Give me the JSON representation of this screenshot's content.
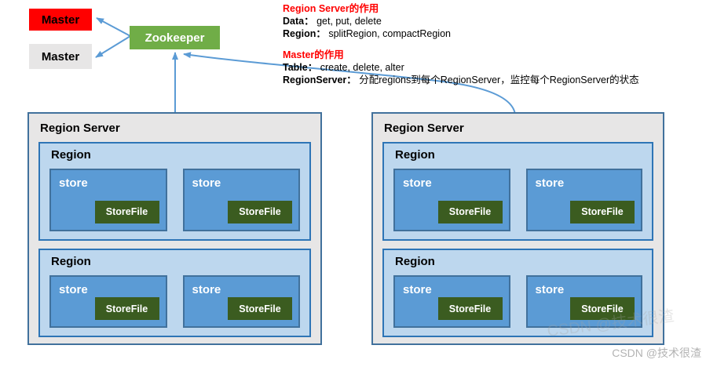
{
  "masters": [
    {
      "label": "Master"
    },
    {
      "label": "Master"
    }
  ],
  "zookeeper": {
    "label": "Zookeeper"
  },
  "notes": [
    {
      "title": "Region Server的作用",
      "lines": [
        {
          "label": "Data：",
          "text": "get, put, delete"
        },
        {
          "label": "Region：",
          "text": "splitRegion, compactRegion"
        }
      ]
    },
    {
      "title": "Master的作用",
      "lines": [
        {
          "label": "Table：",
          "text": "create, delete, alter"
        },
        {
          "label": "RegionServer：",
          "text": "分配regions到每个RegionServer，监控每个RegionServer的状态"
        }
      ]
    }
  ],
  "region_servers": [
    {
      "title": "Region Server",
      "regions": [
        {
          "title": "Region",
          "stores": [
            {
              "label": "store",
              "file": "StoreFile"
            },
            {
              "label": "store",
              "file": "StoreFile"
            }
          ]
        },
        {
          "title": "Region",
          "stores": [
            {
              "label": "store",
              "file": "StoreFile"
            },
            {
              "label": "store",
              "file": "StoreFile"
            }
          ]
        }
      ]
    },
    {
      "title": "Region Server",
      "regions": [
        {
          "title": "Region",
          "stores": [
            {
              "label": "store",
              "file": "StoreFile"
            },
            {
              "label": "store",
              "file": "StoreFile"
            }
          ]
        },
        {
          "title": "Region",
          "stores": [
            {
              "label": "store",
              "file": "StoreFile"
            },
            {
              "label": "store",
              "file": "StoreFile"
            }
          ]
        }
      ]
    }
  ],
  "watermark": {
    "text": "CSDN @技术很渣",
    "ghost_text": "CSDN @技术很渣"
  },
  "colors": {
    "master_active_bg": "#ff0000",
    "master_standby_bg": "#e7e6e6",
    "zookeeper_bg": "#70ad47",
    "server_bg": "#e7e6e6",
    "server_border": "#41719c",
    "region_bg": "#bdd7ee",
    "region_border": "#2e75b6",
    "store_bg": "#5b9bd5",
    "store_border": "#41719c",
    "storefile_bg": "#3b5c20",
    "arrow": "#5b9bd5",
    "note_title": "#ff0000"
  }
}
